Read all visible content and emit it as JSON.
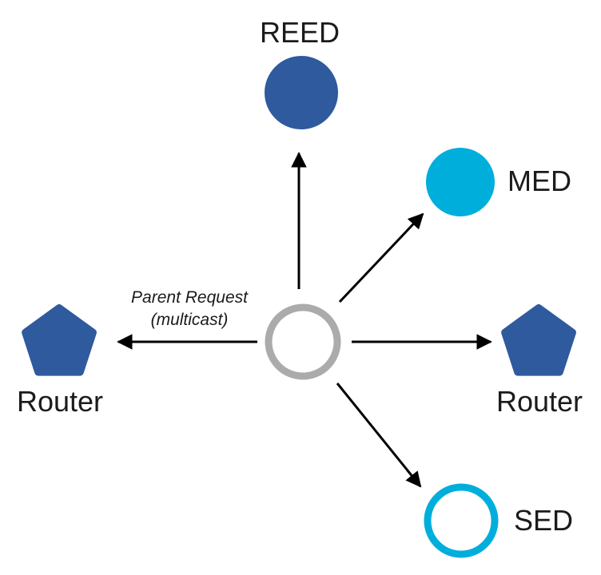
{
  "diagram": {
    "title_hidden": "",
    "annotation": {
      "line1": "Parent Request",
      "line2": "(multicast)"
    },
    "nodes": {
      "reed": {
        "label": "REED",
        "shape": "filled-circle",
        "fill": "#2F5A9E"
      },
      "med": {
        "label": "MED",
        "shape": "filled-circle",
        "fill": "#00AEDC"
      },
      "sed": {
        "label": "SED",
        "shape": "outlined-circle",
        "stroke": "#00AEDC",
        "fill": "#ffffff"
      },
      "router_left": {
        "label": "Router",
        "shape": "pentagon",
        "fill": "#2F5A9E"
      },
      "router_right": {
        "label": "Router",
        "shape": "pentagon",
        "fill": "#2F5A9E"
      },
      "center": {
        "label": "",
        "shape": "outlined-circle",
        "stroke": "#ABABAB",
        "fill": "#ffffff"
      }
    },
    "colors": {
      "background": "#ffffff",
      "arrow": "#000000",
      "text": "#1b1b1b",
      "dark_blue": "#2F5A9E",
      "cyan": "#00AEDC",
      "gray_ring": "#ABABAB"
    }
  }
}
